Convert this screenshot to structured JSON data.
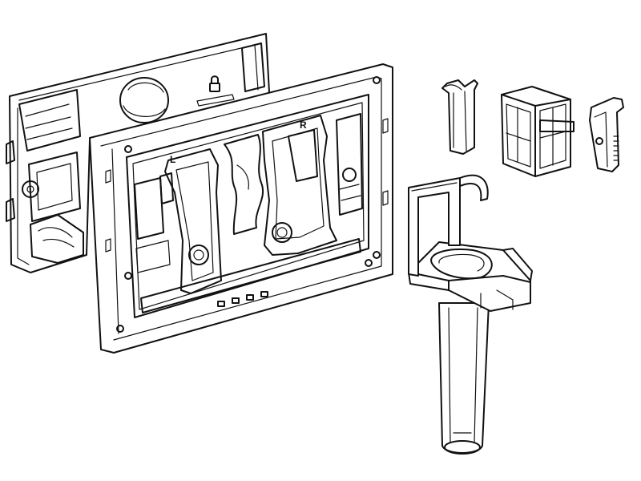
{
  "diagram": {
    "frame_labels": {
      "left": "L",
      "right": "R"
    },
    "parts": [
      {
        "name": "back-actuator-frame"
      },
      {
        "name": "front-mounting-frame"
      },
      {
        "name": "clip-part"
      },
      {
        "name": "box-connector"
      },
      {
        "name": "small-bracket"
      },
      {
        "name": "extension-tube-holder"
      }
    ],
    "line_color": "#111111",
    "background": "#ffffff"
  }
}
